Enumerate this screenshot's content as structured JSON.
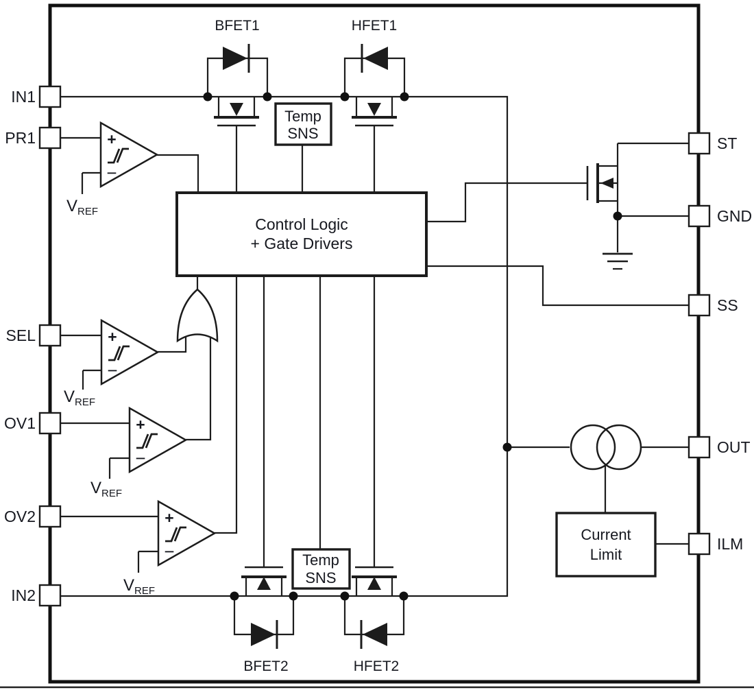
{
  "pins_left": [
    "IN1",
    "PR1",
    "SEL",
    "OV1",
    "OV2",
    "IN2"
  ],
  "pins_right": [
    "ST",
    "GND",
    "SS",
    "OUT",
    "ILM"
  ],
  "fets": {
    "bfet1": "BFET1",
    "hfet1": "HFET1",
    "bfet2": "BFET2",
    "hfet2": "HFET2"
  },
  "blocks": {
    "control_logic": {
      "line1": "Control Logic",
      "line2": "+ Gate Drivers"
    },
    "temp_sns": {
      "line1": "Temp",
      "line2": "SNS"
    },
    "current_limit": {
      "line1": "Current",
      "line2": "Limit"
    }
  },
  "comparator": {
    "plus": "+",
    "minus": "−",
    "vref_main": "V",
    "vref_sub": "REF"
  },
  "colors": {
    "ink": "#1c1c1c",
    "paper": "#ffffff"
  }
}
